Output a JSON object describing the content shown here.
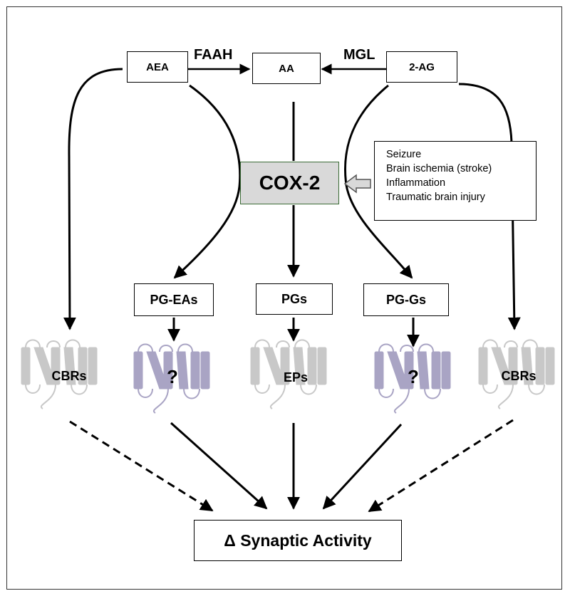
{
  "nodes": {
    "aea": "AEA",
    "aa": "AA",
    "two_ag": "2-AG",
    "cox2": "COX-2",
    "pg_eas": "PG-EAs",
    "pgs": "PGs",
    "pg_gs": "PG-Gs",
    "outcome": "Δ Synaptic Activity"
  },
  "enzymes": {
    "faah": "FAAH",
    "mgl": "MGL"
  },
  "stimuli": [
    "Seizure",
    "Brain ischemia (stroke)",
    "Inflammation",
    "Traumatic brain injury"
  ],
  "receptors": {
    "cbrs_left": "CBRs",
    "unknown_left": "?",
    "eps": "EPs",
    "unknown_right": "?",
    "cbrs_right": "CBRs"
  },
  "colors": {
    "receptor_gray": "#c8c8c8",
    "receptor_purple": "#a9a4c4",
    "cox_fill": "#d9d9d9",
    "cox_border": "#3a6b35"
  }
}
